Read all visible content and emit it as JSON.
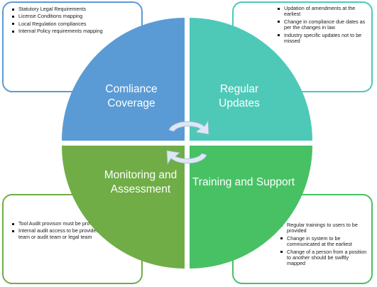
{
  "colors": {
    "compliance": "#5b9bd5",
    "updates": "#4ec9b8",
    "monitoring": "#70ad47",
    "training": "#47c164",
    "arrows": "#dce8f5"
  },
  "quadrants": {
    "compliance": {
      "label": "Comliance Coverage",
      "items": [
        "Statutory Legal Requirements",
        "License  Conditions  mapping",
        "Local  Regulation compliances",
        "Internal Policy requirements mapping"
      ]
    },
    "updates": {
      "label": "Regular Updates",
      "items": [
        "Updation of amendments  at the earliest",
        "Change in compliance  due dates as per the changes in law",
        "Industry specific updates not to be missed"
      ]
    },
    "monitoring": {
      "label": "Monitoring and Assessment",
      "items": [
        "Tool Audit provison must be provided",
        "Internal audit access to be provided to compliance  team or audit team or legal team"
      ]
    },
    "training": {
      "label": "Training and Support",
      "items": [
        "Regular trainings to users to be provided",
        "Change in system to be communicated  at the earliest",
        "Change of a person from a position to another should  be swiftly mapped"
      ]
    }
  },
  "center_icon": "circular-arrows-icon"
}
